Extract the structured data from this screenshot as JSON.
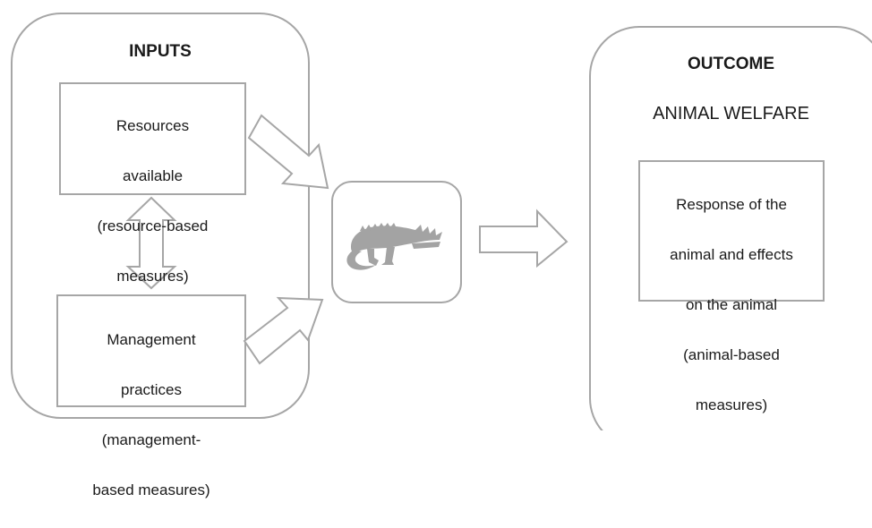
{
  "inputs": {
    "title": "INPUTS",
    "resources": {
      "line1": "Resources",
      "line2": "available",
      "line3": "(resource-based",
      "line4": "measures)"
    },
    "management": {
      "line1": "Management",
      "line2": "practices",
      "line3": "(management-",
      "line4": "based measures)"
    }
  },
  "center": {
    "icon": "crocodile-icon",
    "icon_color": "#a3a3a3"
  },
  "outcome": {
    "title": "OUTCOME",
    "subtitle": "ANIMAL WELFARE",
    "response": {
      "line1": "Response of the",
      "line2": "animal and effects",
      "line3": "on the animal",
      "line4": "(animal-based",
      "line5": "measures)"
    }
  },
  "colors": {
    "border": "#a6a6a6",
    "text": "#1a1a1a"
  }
}
